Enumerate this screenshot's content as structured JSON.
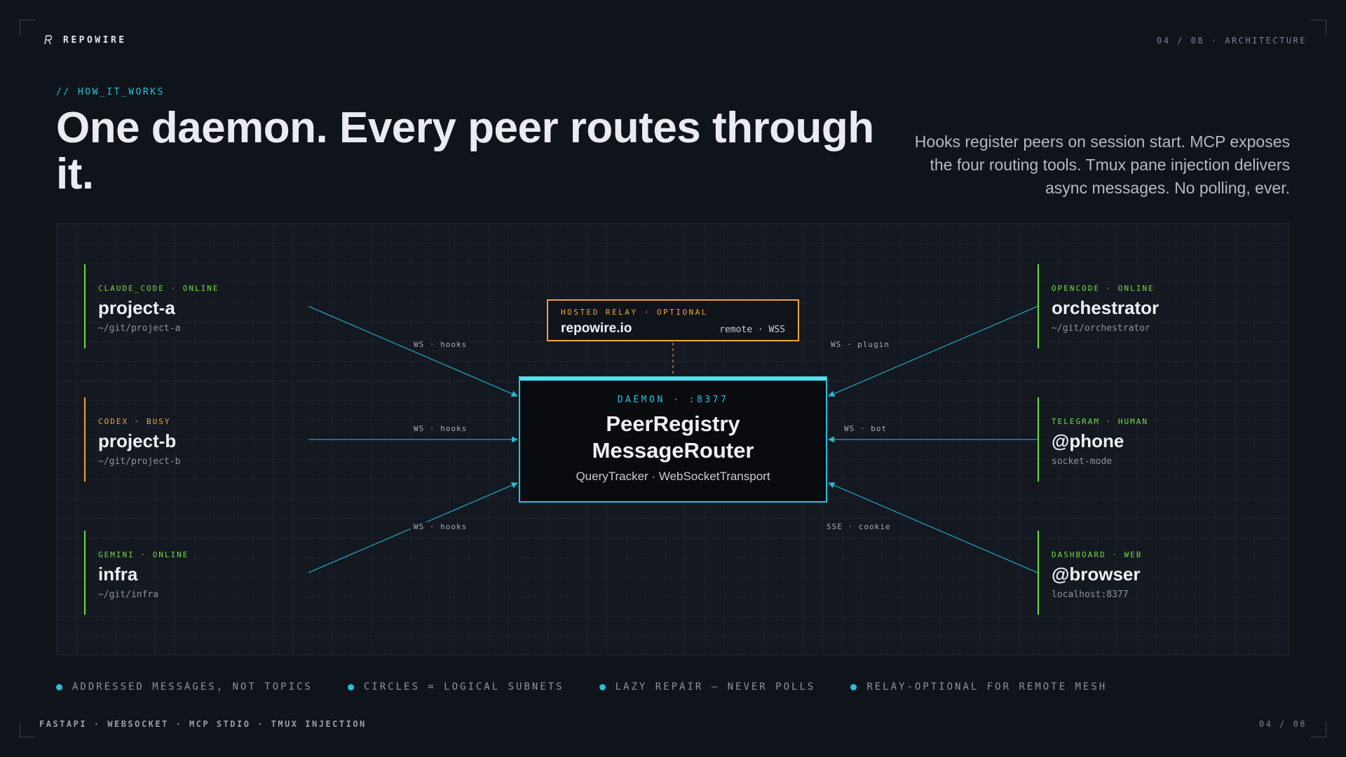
{
  "brand": {
    "name": "REPOWIRE",
    "logo_icon": "r-monogram-icon"
  },
  "pager": {
    "top": "04 / 08 · ARCHITECTURE",
    "bottom": "04 / 08"
  },
  "eyebrow": "// HOW_IT_WORKS",
  "headline": "One daemon. Every peer routes through it.",
  "lede": "Hooks register peers on session start. MCP exposes the four routing tools. Tmux pane injection delivers async messages. No polling, ever.",
  "colors": {
    "accent": "#22c3dc",
    "online": "#6fdc3f",
    "busy": "#f3a53b",
    "relay": "#f3a53b",
    "background": "#0f131a"
  },
  "diagram": {
    "relay": {
      "tag": "HOSTED RELAY · OPTIONAL",
      "name": "repowire.io",
      "meta": "remote · WSS"
    },
    "daemon": {
      "tag": "DAEMON · :8377",
      "title_line1": "PeerRegistry",
      "title_line2": "MessageRouter",
      "subtitle": "QueryTracker · WebSocketTransport"
    },
    "peers_left": [
      {
        "tag": "CLAUDE_CODE · ONLINE",
        "name": "project-a",
        "path": "~/git/project-a",
        "status": "online"
      },
      {
        "tag": "CODEX · BUSY",
        "name": "project-b",
        "path": "~/git/project-b",
        "status": "busy"
      },
      {
        "tag": "GEMINI · ONLINE",
        "name": "infra",
        "path": "~/git/infra",
        "status": "online"
      }
    ],
    "peers_right": [
      {
        "tag": "OPENCODE · ONLINE",
        "name": "orchestrator",
        "path": "~/git/orchestrator",
        "status": "online"
      },
      {
        "tag": "TELEGRAM · HUMAN",
        "name": "@phone",
        "path": "socket-mode",
        "status": "online"
      },
      {
        "tag": "DASHBOARD · WEB",
        "name": "@browser",
        "path": "localhost:8377",
        "status": "online"
      }
    ],
    "wire_labels": {
      "left_top": "WS · hooks",
      "left_mid": "WS · hooks",
      "left_bottom": "WS · hooks",
      "right_top": "WS · plugin",
      "right_mid": "WS · bot",
      "right_bottom": "SSE · cookie"
    }
  },
  "notes": [
    "ADDRESSED MESSAGES, NOT TOPICS",
    "CIRCLES = LOGICAL SUBNETS",
    "LAZY REPAIR — NEVER POLLS",
    "RELAY-OPTIONAL FOR REMOTE MESH"
  ],
  "footer": {
    "stack": "FASTAPI · WEBSOCKET · MCP STDIO · TMUX INJECTION"
  }
}
